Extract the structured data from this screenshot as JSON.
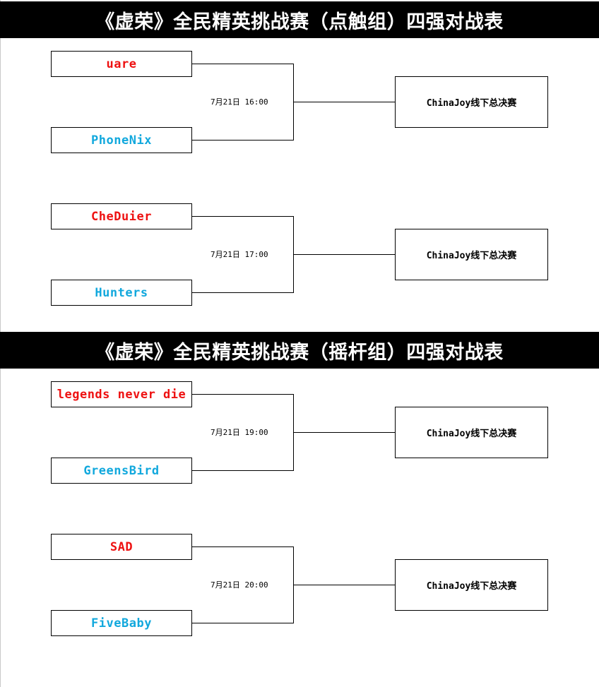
{
  "groups": [
    {
      "title": "《虚荣》全民精英挑战赛（点触组）四强对战表",
      "matches": [
        {
          "top_team": "uare",
          "bottom_team": "PhoneNix",
          "time": "7月21日 16:00",
          "final": "ChinaJoy线下总决赛"
        },
        {
          "top_team": "CheDuier",
          "bottom_team": "Hunters",
          "time": "7月21日 17:00",
          "final": "ChinaJoy线下总决赛"
        }
      ]
    },
    {
      "title": "《虚荣》全民精英挑战赛（摇杆组）四强对战表",
      "matches": [
        {
          "top_team": "legends never die",
          "bottom_team": "GreensBird",
          "time": "7月21日 19:00",
          "final": "ChinaJoy线下总决赛"
        },
        {
          "top_team": "SAD",
          "bottom_team": "FiveBaby",
          "time": "7月21日 20:00",
          "final": "ChinaJoy线下总决赛"
        }
      ]
    }
  ],
  "colors": {
    "top_team": "#ee1111",
    "bottom_team": "#11a8dd",
    "banner_background": "#000000",
    "banner_text": "#ffffff"
  }
}
